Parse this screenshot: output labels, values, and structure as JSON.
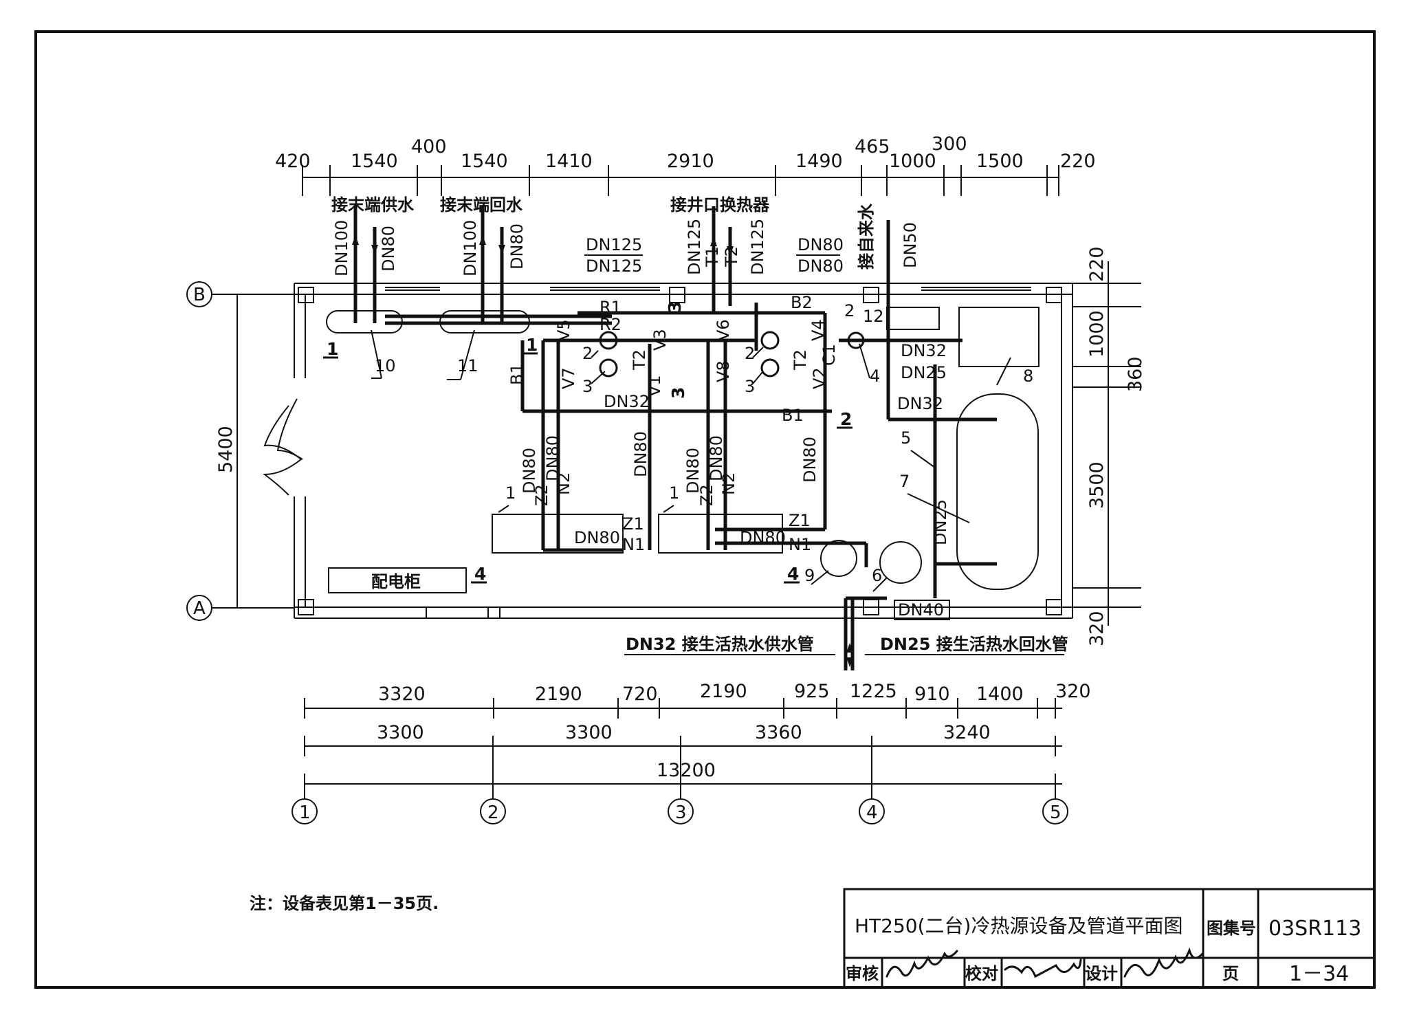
{
  "top_dimensions": [
    "420",
    "1540",
    "400",
    "1540",
    "1410",
    "2910",
    "1490",
    "465",
    "1000",
    "300",
    "1500",
    "220"
  ],
  "bottom_dimensions_row1": [
    "3320",
    "2190",
    "720",
    "2190",
    "925",
    "1225",
    "910",
    "1400",
    "320"
  ],
  "bottom_dimensions_row2": [
    "3300",
    "3300",
    "3360",
    "3240"
  ],
  "total_length": "13200",
  "left_dimension": "5400",
  "right_dimensions": [
    "220",
    "1000",
    "360",
    "3500",
    "320"
  ],
  "grid_axes": {
    "rows": [
      "B",
      "A"
    ],
    "columns": [
      "1",
      "2",
      "3",
      "4",
      "5"
    ]
  },
  "connection_labels": {
    "terminal_supply": "接末端供水",
    "terminal_return": "接末端回水",
    "well_exchanger": "接井口换热器",
    "tap_water": "接自来水",
    "dhw_supply": "DN32 接生活热水供水管",
    "dhw_return": "DN25 接生活热水回水管"
  },
  "pipe_sizes": {
    "dn100_a": "DN100",
    "dn80_a": "DN80",
    "dn100_b": "DN100",
    "dn80_b": "DN80",
    "dn125_top": "DN125",
    "dn125_under": "DN125",
    "dn125_t1": "DN125",
    "dn125_t2": "DN125",
    "dn80_top": "DN80",
    "dn80_under": "DN80",
    "dn50": "DN50",
    "dn32_a": "DN32",
    "dn25_a": "DN25",
    "dn32_b": "DN32",
    "dn32_c": "DN32",
    "dn80_v1": "DN80",
    "dn80_v2": "DN80",
    "dn80_v3": "DN80",
    "dn80_v4": "DN80",
    "dn80_v5": "DN80",
    "dn80_v6": "DN80",
    "dn80_h1": "DN80",
    "dn80_h2": "DN80",
    "dn25_v": "DN25",
    "dn40": "DN40"
  },
  "pipe_codes": {
    "r1": "R1",
    "r2": "R2",
    "b1_a": "B1",
    "b1_b": "B1",
    "b2": "B2",
    "t1": "T1",
    "t2": "T2",
    "t2_b": "T2",
    "t2_c": "T2",
    "v1": "V1",
    "v2": "V2",
    "v3": "V3",
    "v4": "V4",
    "v5": "V5",
    "v6": "V6",
    "v7": "V7",
    "v8": "V8",
    "z1_a": "Z1",
    "n1_a": "N1",
    "z1_b": "Z1",
    "n1_b": "N1",
    "z2_a": "Z2",
    "n2_a": "N2",
    "z2_b": "Z2",
    "n2_b": "N2",
    "c1": "C1"
  },
  "equipment_numbers": {
    "e10": "10",
    "e11": "11",
    "e1a": "1",
    "e1b": "1",
    "e2a": "2",
    "e2b": "2",
    "e3a": "3",
    "e3b": "3",
    "e4": "4",
    "e5": "5",
    "e6": "6",
    "e7": "7",
    "e8": "8",
    "e9": "9",
    "e12": "12",
    "e2c": "2"
  },
  "section_marks": {
    "s1a": "1",
    "s1b": "1",
    "s3a": "3",
    "s3b": "3",
    "s2": "2",
    "s4a": "4",
    "s4b": "4"
  },
  "panel_label": "配电柜",
  "note": "注：设备表见第1－35页.",
  "title_block": {
    "title": "HT250(二台)冷热源设备及管道平面图",
    "atlas_label": "图集号",
    "atlas_no": "03SR113",
    "review_label": "审核",
    "check_label": "校对",
    "design_label": "设计",
    "page_label": "页",
    "page_no": "1－34"
  }
}
